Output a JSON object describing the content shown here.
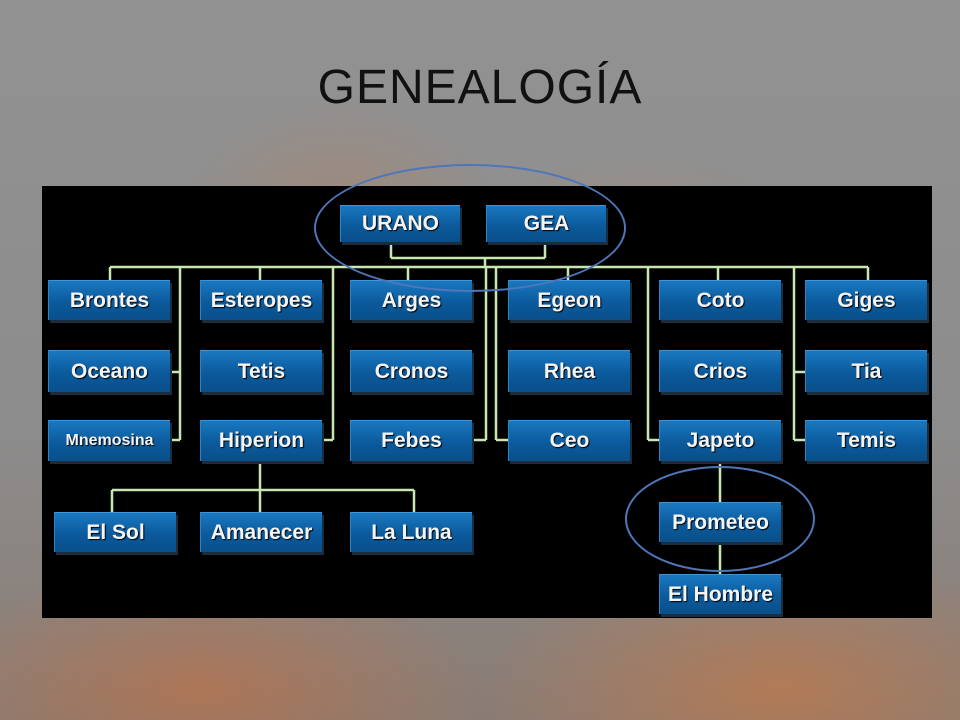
{
  "title": "GENEALOGÍA",
  "nodes": {
    "urano": "URANO",
    "gea": "GEA",
    "brontes": "Brontes",
    "esteropes": "Esteropes",
    "arges": "Arges",
    "egeon": "Egeon",
    "coto": "Coto",
    "giges": "Giges",
    "oceano": "Oceano",
    "tetis": "Tetis",
    "cronos": "Cronos",
    "rhea": "Rhea",
    "crios": "Crios",
    "tia": "Tia",
    "mnemosina": "Mnemosina",
    "hiperion": "Hiperion",
    "febes": "Febes",
    "ceo": "Ceo",
    "japeto": "Japeto",
    "temis": "Temis",
    "el_sol": "El Sol",
    "amanecer": "Amanecer",
    "la_luna": "La Luna",
    "prometeo": "Prometeo",
    "el_hombre": "El Hombre"
  },
  "colors": {
    "node": "#0b5a9c",
    "connector": "#c8e6b0",
    "highlight": "#4e76b9"
  }
}
